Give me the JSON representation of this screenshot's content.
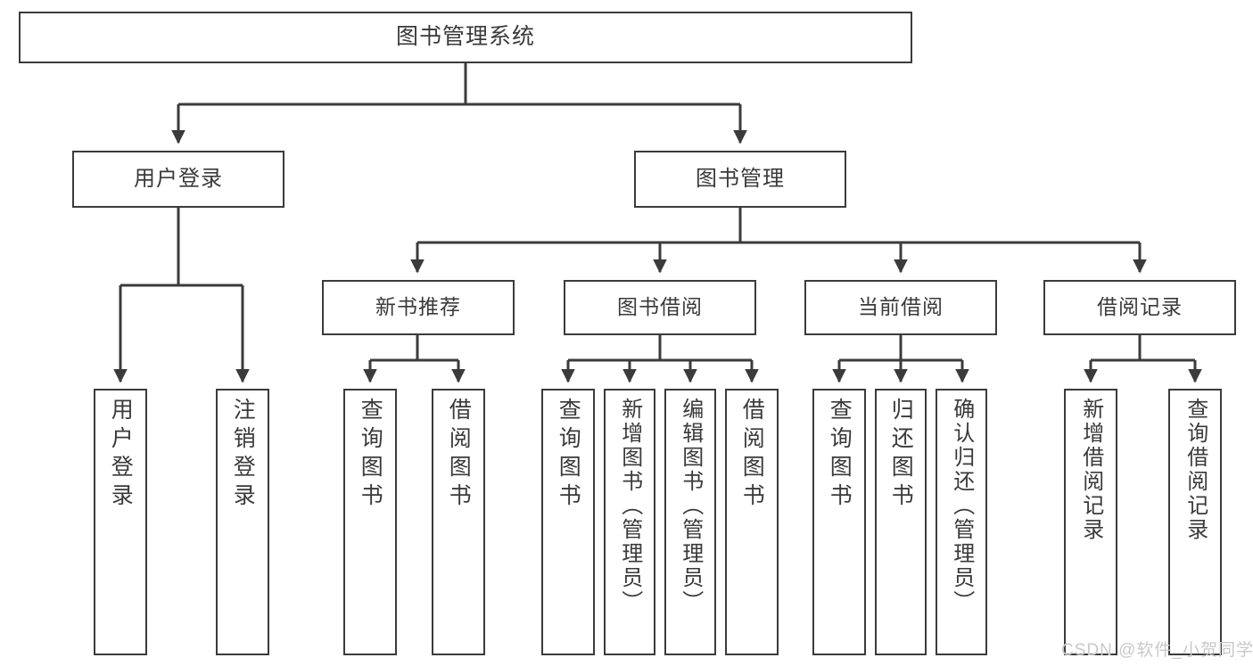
{
  "diagram": {
    "title": "图书管理系统",
    "type": "hierarchy-tree",
    "root": {
      "label": "图书管理系统"
    },
    "level2": [
      {
        "label": "用户登录"
      },
      {
        "label": "图书管理"
      }
    ],
    "level3": [
      {
        "label": "新书推荐"
      },
      {
        "label": "图书借阅"
      },
      {
        "label": "当前借阅"
      },
      {
        "label": "借阅记录"
      }
    ],
    "leaves": {
      "user_login": [
        {
          "label": "用户登录"
        },
        {
          "label": "注销登录"
        }
      ],
      "new_book_recommend": [
        {
          "label": "查询图书"
        },
        {
          "label": "借阅图书"
        }
      ],
      "book_borrow": [
        {
          "label": "查询图书"
        },
        {
          "label": "新增图书（管理员）"
        },
        {
          "label": "编辑图书（管理员）"
        },
        {
          "label": "借阅图书"
        }
      ],
      "current_borrow": [
        {
          "label": "查询图书"
        },
        {
          "label": "归还图书"
        },
        {
          "label": "确认归还（管理员）"
        }
      ],
      "borrow_record": [
        {
          "label": "新增借阅记录"
        },
        {
          "label": "查询借阅记录"
        }
      ]
    }
  },
  "watermark": {
    "text": "CSDN @软件_小贺同学"
  },
  "colors": {
    "border": "#3b3b3b",
    "text": "#3a3a3a",
    "background": "#ffffff",
    "watermark": "#c9c9c9"
  }
}
